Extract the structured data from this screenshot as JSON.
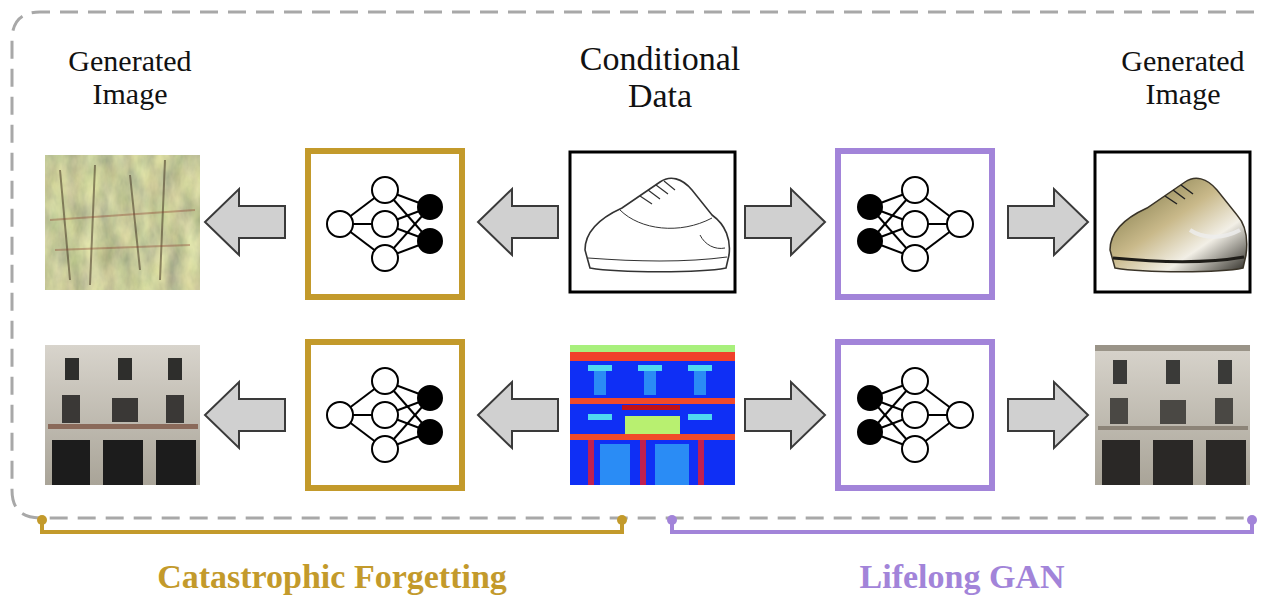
{
  "diagram": {
    "labels": [
      "Generated Image",
      "Conditional Data",
      "Generated Image",
      "Catastrophic Forgetting",
      "Lifelong GAN"
    ]
  }
}
